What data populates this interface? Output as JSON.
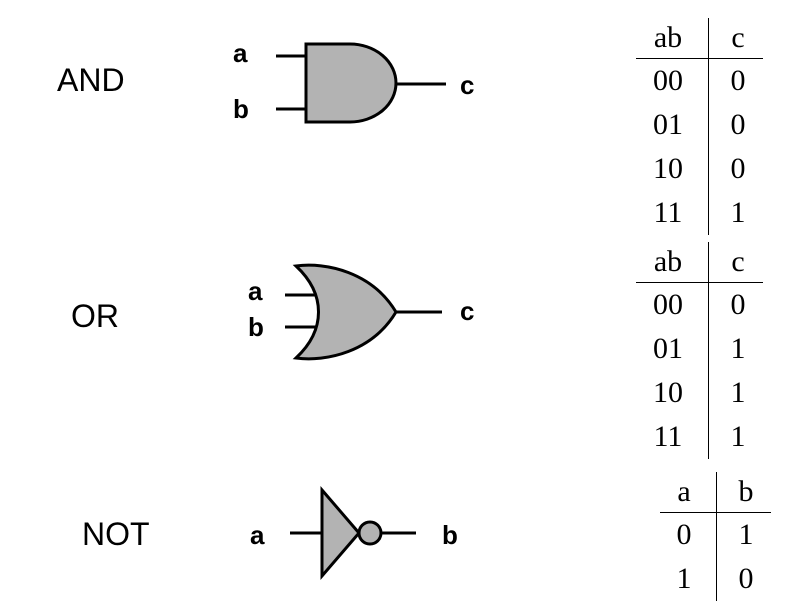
{
  "gates": [
    {
      "name": "AND",
      "inputs": [
        "a",
        "b"
      ],
      "output": "c",
      "fill": "#b3b3b3",
      "table": {
        "headers": [
          "ab",
          "c"
        ],
        "rows": [
          [
            "00",
            "0"
          ],
          [
            "01",
            "0"
          ],
          [
            "10",
            "0"
          ],
          [
            "11",
            "1"
          ]
        ]
      }
    },
    {
      "name": "OR",
      "inputs": [
        "a",
        "b"
      ],
      "output": "c",
      "fill": "#b3b3b3",
      "table": {
        "headers": [
          "ab",
          "c"
        ],
        "rows": [
          [
            "00",
            "0"
          ],
          [
            "01",
            "1"
          ],
          [
            "10",
            "1"
          ],
          [
            "11",
            "1"
          ]
        ]
      }
    },
    {
      "name": "NOT",
      "inputs": [
        "a"
      ],
      "output": "b",
      "fill": "#b3b3b3",
      "table": {
        "headers": [
          "a",
          "b"
        ],
        "rows": [
          [
            "0",
            "1"
          ],
          [
            "1",
            "0"
          ]
        ]
      }
    }
  ]
}
